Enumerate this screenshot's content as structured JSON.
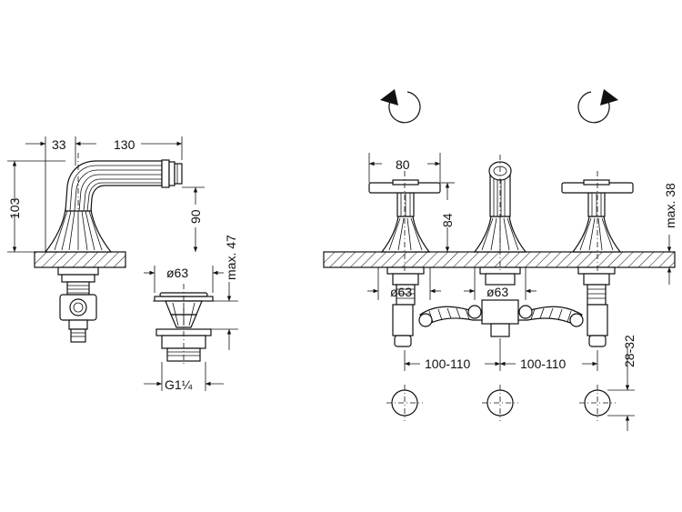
{
  "dimensions": {
    "d33": "33",
    "d130": "130",
    "d103": "103",
    "d90": "90",
    "max47": "max. 47",
    "dia63_drain": "ø63",
    "g114": "G1¼",
    "d80": "80",
    "d84": "84",
    "max38": "max. 38",
    "dia63_left": "ø63",
    "dia63_center": "ø63",
    "spacing_left": "100-110",
    "spacing_right": "100-110",
    "d2832": "28-32"
  },
  "icons": {
    "rotate_left": "counterclockwise-arrow-icon",
    "rotate_right": "clockwise-arrow-icon"
  },
  "colors": {
    "line": "#111111",
    "background": "#ffffff"
  }
}
